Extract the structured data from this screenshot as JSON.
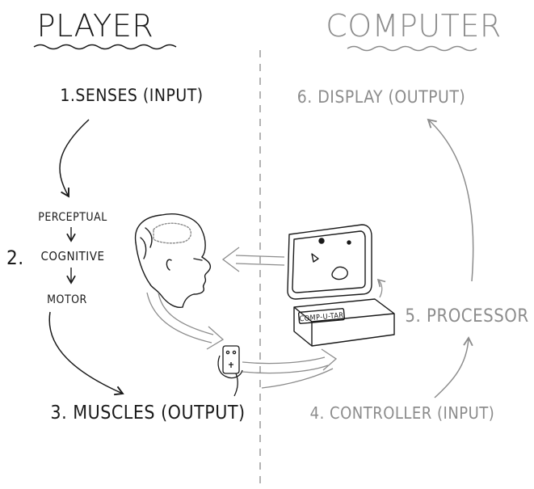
{
  "player": {
    "title": "PLAYER",
    "senses": "1.SENSES (INPUT)",
    "perceptual": "PERCEPTUAL",
    "cognitive_number": "2.",
    "cognitive": "COGNITIVE",
    "motor": "MOTOR",
    "muscles": "3. MUSCLES (OUTPUT)"
  },
  "computer": {
    "title": "COMPUTER",
    "display": "6. DISPLAY (OUTPUT)",
    "processor": "5. PROCESSOR",
    "controller": "4. CONTROLLER (INPUT)",
    "box_label": "COMP-U-TAR"
  },
  "colors": {
    "player_ink": "#1a1a1a",
    "computer_ink": "#8c8c8c",
    "divider": "#9a9a9a"
  }
}
